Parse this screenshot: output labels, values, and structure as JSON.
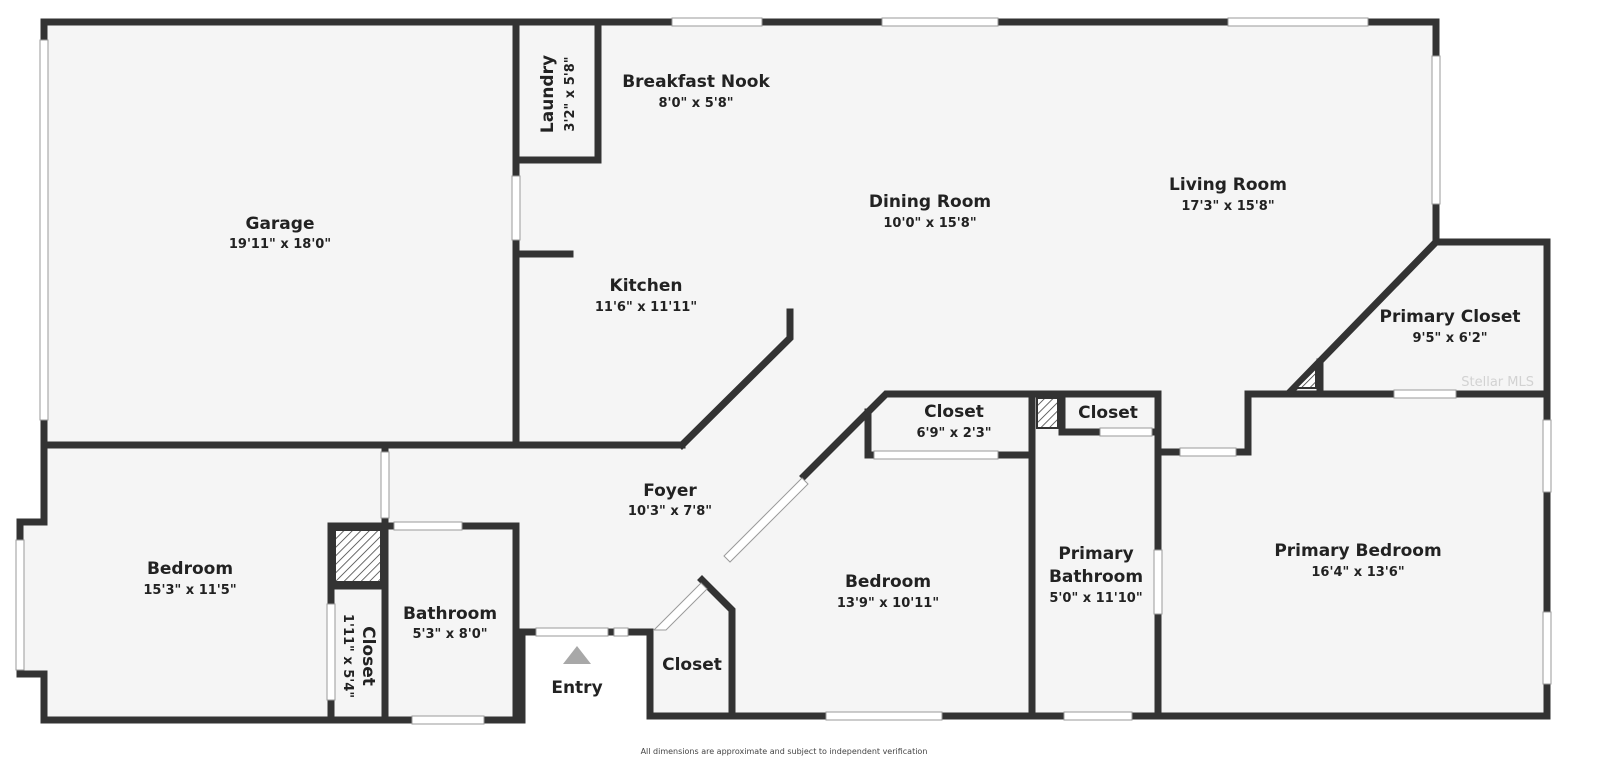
{
  "rooms": {
    "garage": {
      "name": "Garage",
      "dims": "19'11\" x 18'0\""
    },
    "laundry": {
      "name": "Laundry",
      "dims": "3'2\" x 5'8\""
    },
    "breakfast_nook": {
      "name": "Breakfast Nook",
      "dims": "8'0\" x 5'8\""
    },
    "dining_room": {
      "name": "Dining Room",
      "dims": "10'0\" x 15'8\""
    },
    "living_room": {
      "name": "Living Room",
      "dims": "17'3\" x 15'8\""
    },
    "kitchen": {
      "name": "Kitchen",
      "dims": "11'6\" x 11'11\""
    },
    "primary_closet": {
      "name": "Primary Closet",
      "dims": "9'5\" x 6'2\""
    },
    "foyer": {
      "name": "Foyer",
      "dims": "10'3\" x 7'8\""
    },
    "closet_1": {
      "name": "Closet",
      "dims": "6'9\" x 2'3\""
    },
    "closet_2": {
      "name": "Closet"
    },
    "bedroom_1": {
      "name": "Bedroom",
      "dims": "15'3\" x 11'5\""
    },
    "bathroom": {
      "name": "Bathroom",
      "dims": "5'3\" x 8'0\""
    },
    "closet_3": {
      "name": "Closet",
      "dims": "1'11\" x 5'4\""
    },
    "bedroom_2": {
      "name": "Bedroom",
      "dims": "13'9\" x 10'11\""
    },
    "primary_bathroom": {
      "name_line1": "Primary",
      "name_line2": "Bathroom",
      "dims": "5'0\" x 11'10\""
    },
    "primary_bedroom": {
      "name": "Primary Bedroom",
      "dims": "16'4\" x 13'6\""
    },
    "closet_4": {
      "name": "Closet"
    }
  },
  "entry": {
    "label": "Entry"
  },
  "footer": {
    "note": "All dimensions are approximate and subject to independent verification"
  },
  "watermark": {
    "text": "Stellar MLS"
  },
  "colors": {
    "wall": "#333333",
    "floor": "#f5f5f5",
    "entry_arrow": "#a8a8a8"
  }
}
